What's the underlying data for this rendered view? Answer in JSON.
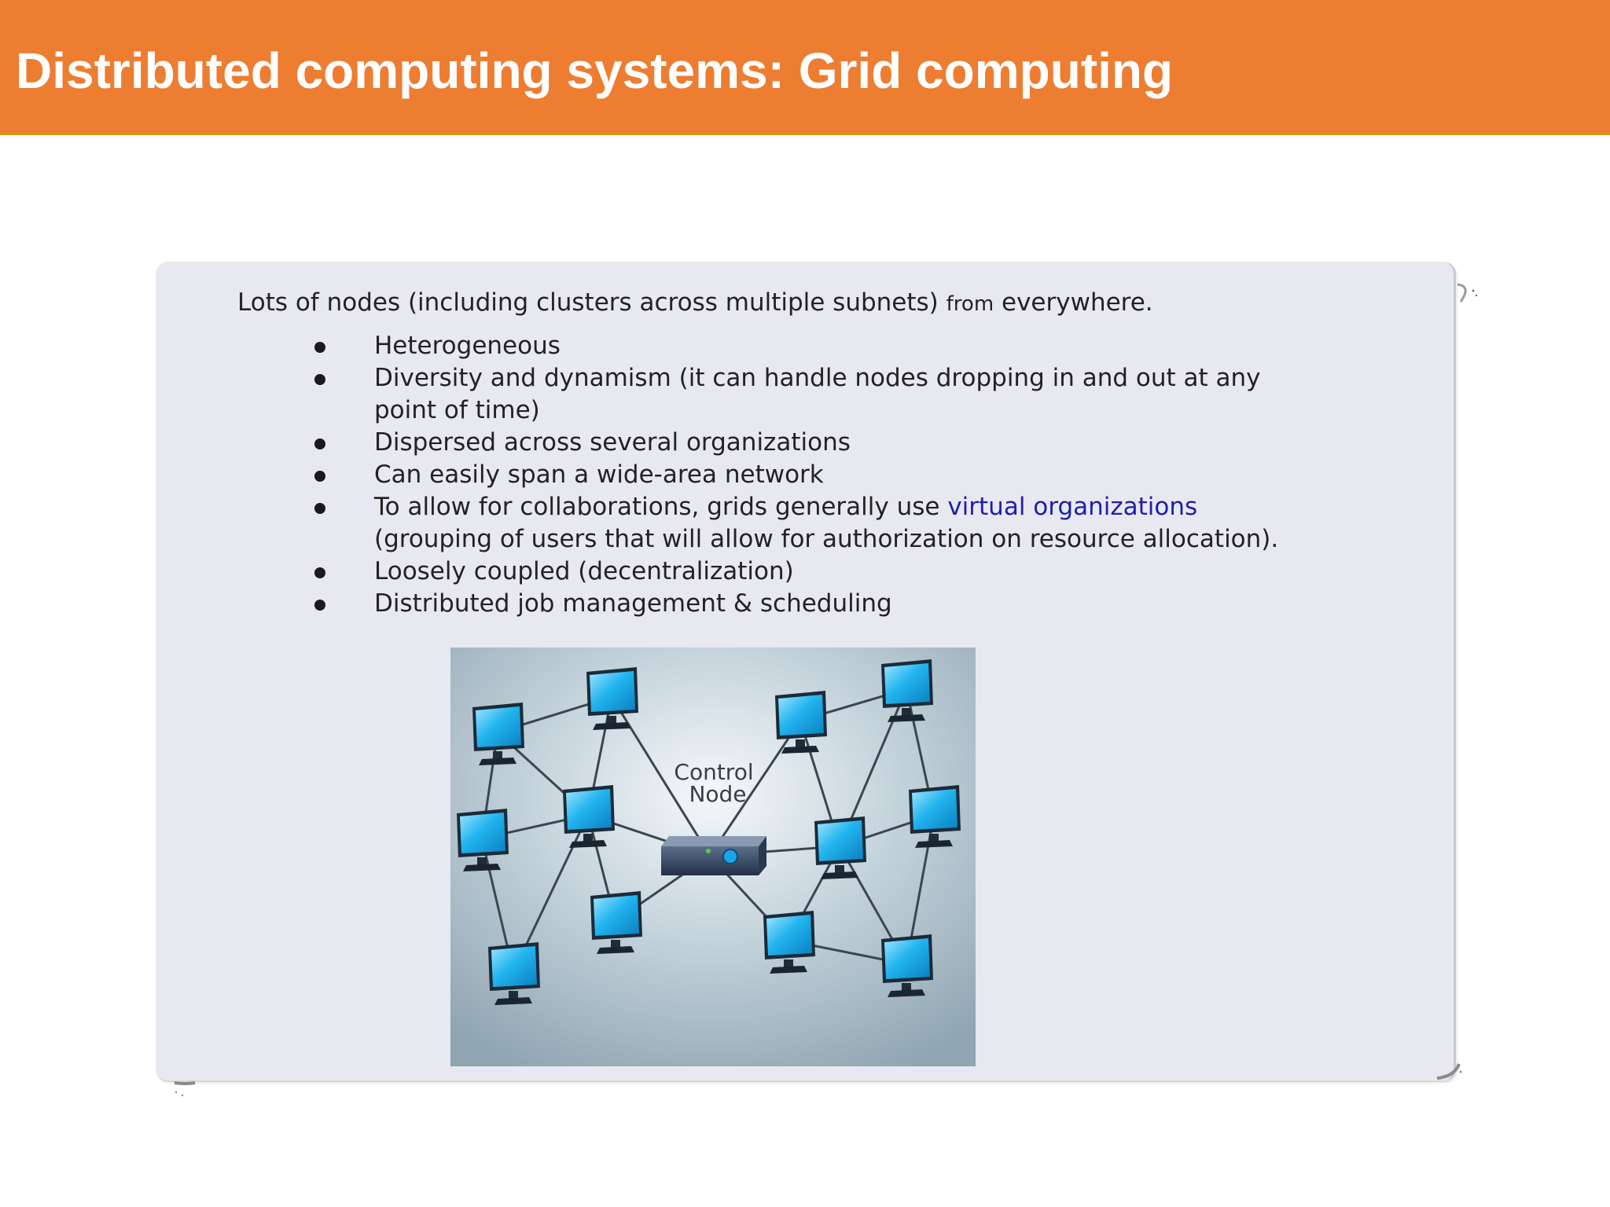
{
  "slide": {
    "title": "Distributed computing systems: Grid computing"
  },
  "content": {
    "intro_main": "Lots of nodes (including clusters across multiple subnets)",
    "intro_small": "from",
    "intro_end": "everywhere.",
    "bullets": [
      {
        "lines": [
          "Heterogeneous"
        ]
      },
      {
        "lines": [
          "Diversity and dynamism (it can handle nodes dropping in and out at any",
          "point of time)"
        ]
      },
      {
        "lines": [
          "Dispersed across several organizations"
        ]
      },
      {
        "lines": [
          "Can easily span a wide-area network"
        ]
      },
      {
        "pre_link": "To allow for collaborations, grids generally use ",
        "link": "virtual organizations",
        "lines": [
          "",
          "(grouping of users that will allow for authorization on resource allocation)."
        ]
      },
      {
        "lines": [
          "Loosely coupled (decentralization)"
        ]
      },
      {
        "lines": [
          "Distributed job management & scheduling"
        ]
      }
    ]
  },
  "diagram": {
    "label_line1": "Control",
    "label_line2": "Node"
  },
  "colors": {
    "title_bg": "#ed7d31",
    "panel_bg": "#e8e8f1",
    "link": "#1f1fa8",
    "monitor": "#1aa6e6"
  }
}
